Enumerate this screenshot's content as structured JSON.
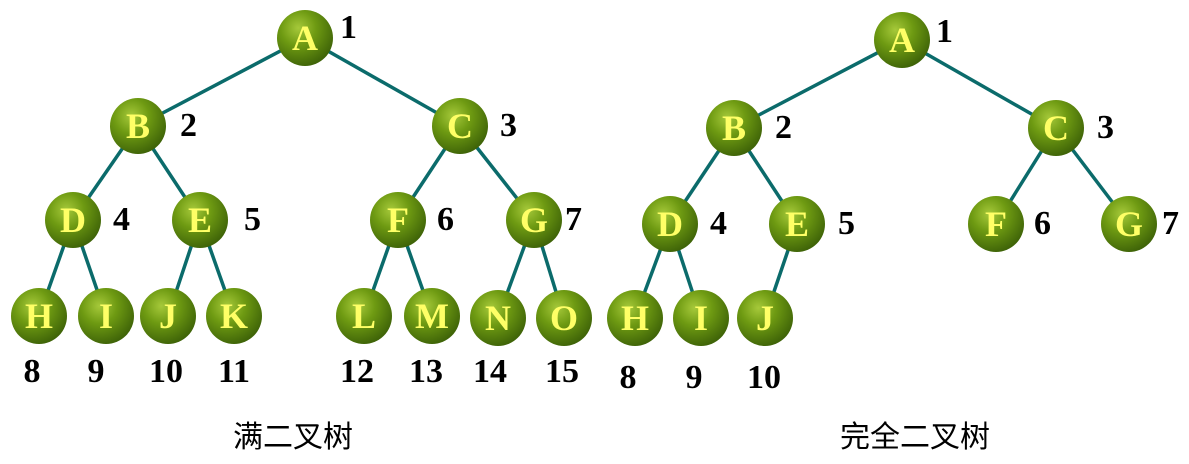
{
  "colors": {
    "edge": "#0b6b6b",
    "node_light": "#a6c93a",
    "node_mid": "#6e9a12",
    "node_dark": "#3f6408",
    "node_text": "#ffff66",
    "number_text": "#000000"
  },
  "trees": [
    {
      "id": "full",
      "caption": "满二叉树",
      "nodes": [
        {
          "label": "A",
          "number": "1"
        },
        {
          "label": "B",
          "number": "2"
        },
        {
          "label": "C",
          "number": "3"
        },
        {
          "label": "D",
          "number": "4"
        },
        {
          "label": "E",
          "number": "5"
        },
        {
          "label": "F",
          "number": "6"
        },
        {
          "label": "G",
          "number": "7"
        },
        {
          "label": "H",
          "number": "8"
        },
        {
          "label": "I",
          "number": "9"
        },
        {
          "label": "J",
          "number": "10"
        },
        {
          "label": "K",
          "number": "11"
        },
        {
          "label": "L",
          "number": "12"
        },
        {
          "label": "M",
          "number": "13"
        },
        {
          "label": "N",
          "number": "14"
        },
        {
          "label": "O",
          "number": "15"
        }
      ],
      "edges": [
        [
          "A",
          "B"
        ],
        [
          "A",
          "C"
        ],
        [
          "B",
          "D"
        ],
        [
          "B",
          "E"
        ],
        [
          "C",
          "F"
        ],
        [
          "C",
          "G"
        ],
        [
          "D",
          "H"
        ],
        [
          "D",
          "I"
        ],
        [
          "E",
          "J"
        ],
        [
          "E",
          "K"
        ],
        [
          "F",
          "L"
        ],
        [
          "F",
          "M"
        ],
        [
          "G",
          "N"
        ],
        [
          "G",
          "O"
        ]
      ]
    },
    {
      "id": "complete",
      "caption": "完全二叉树",
      "nodes": [
        {
          "label": "A",
          "number": "1"
        },
        {
          "label": "B",
          "number": "2"
        },
        {
          "label": "C",
          "number": "3"
        },
        {
          "label": "D",
          "number": "4"
        },
        {
          "label": "E",
          "number": "5"
        },
        {
          "label": "F",
          "number": "6"
        },
        {
          "label": "G",
          "number": "7"
        },
        {
          "label": "H",
          "number": "8"
        },
        {
          "label": "I",
          "number": "9"
        },
        {
          "label": "J",
          "number": "10"
        }
      ],
      "edges": [
        [
          "A",
          "B"
        ],
        [
          "A",
          "C"
        ],
        [
          "B",
          "D"
        ],
        [
          "B",
          "E"
        ],
        [
          "C",
          "F"
        ],
        [
          "C",
          "G"
        ],
        [
          "D",
          "H"
        ],
        [
          "D",
          "I"
        ],
        [
          "E",
          "J"
        ]
      ]
    }
  ]
}
